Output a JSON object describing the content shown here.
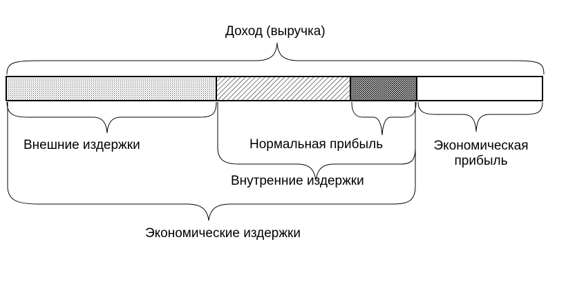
{
  "diagram": {
    "title": "Доход (выручка)",
    "labels": {
      "external_costs": "Внешние издержки",
      "normal_profit": "Нормальная прибыль",
      "internal_costs": "Внутренние издержки",
      "economic_profit_line1": "Экономическая",
      "economic_profit_line2": "прибыль",
      "economic_costs": "Экономические издержки"
    }
  }
}
